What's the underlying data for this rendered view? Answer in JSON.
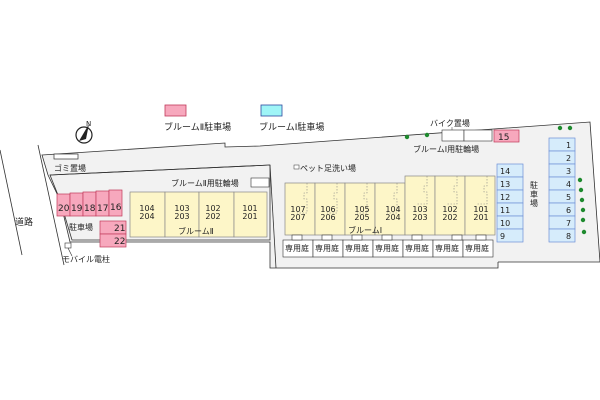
{
  "legend": {
    "items": [
      {
        "label": "ブルームⅡ駐車場",
        "color": "#f7a8bd",
        "border": "#c0395a"
      },
      {
        "label": "ブルームⅠ駐車場",
        "color": "#9ff5f7",
        "border": "#2e4a9e"
      }
    ]
  },
  "compass": {
    "label": "N"
  },
  "labels": {
    "road": "道路",
    "garbage": "ゴミ置場",
    "parking_left": "駐車場",
    "mobile_pole": "モバイル電柱",
    "bloom2_bike": "ブルームⅡ用駐輪場",
    "bloom2_name": "ブルームⅡ",
    "pet_wash": "ペット足洗い場",
    "bloom1_name": "ブルームⅠ",
    "bike_storage": "バイク置場",
    "bloom1_bike": "ブルームⅠ用駐輪場",
    "parking_right": "駐車場",
    "private_garden": "専用庭"
  },
  "bloom2_parking": {
    "top_row": [
      "20",
      "19",
      "18",
      "17",
      "16"
    ],
    "side": [
      "21",
      "22"
    ]
  },
  "bloom2_units": [
    {
      "lower": "104",
      "upper": "204"
    },
    {
      "lower": "103",
      "upper": "203"
    },
    {
      "lower": "102",
      "upper": "202"
    },
    {
      "lower": "101",
      "upper": "201"
    }
  ],
  "bloom1_units": [
    {
      "lower": "107",
      "upper": "207"
    },
    {
      "lower": "106",
      "upper": "206"
    },
    {
      "lower": "105",
      "upper": "205"
    },
    {
      "lower": "104",
      "upper": "204"
    },
    {
      "lower": "103",
      "upper": "203"
    },
    {
      "lower": "102",
      "upper": "202"
    },
    {
      "lower": "101",
      "upper": "201"
    }
  ],
  "bloom2_space_15": "15",
  "bloom1_parking_left": [
    "14",
    "13",
    "12",
    "11",
    "10",
    "9"
  ],
  "bloom1_parking_right": [
    "1",
    "2",
    "3",
    "4",
    "5",
    "6",
    "7",
    "8"
  ],
  "colors": {
    "building": "#fdf6c8",
    "bloom2_parking": "#f7a8bd",
    "bloom1_parking": "#d6ecfb",
    "ground": "#f2f2f2",
    "tree": "#1e8a2e"
  }
}
